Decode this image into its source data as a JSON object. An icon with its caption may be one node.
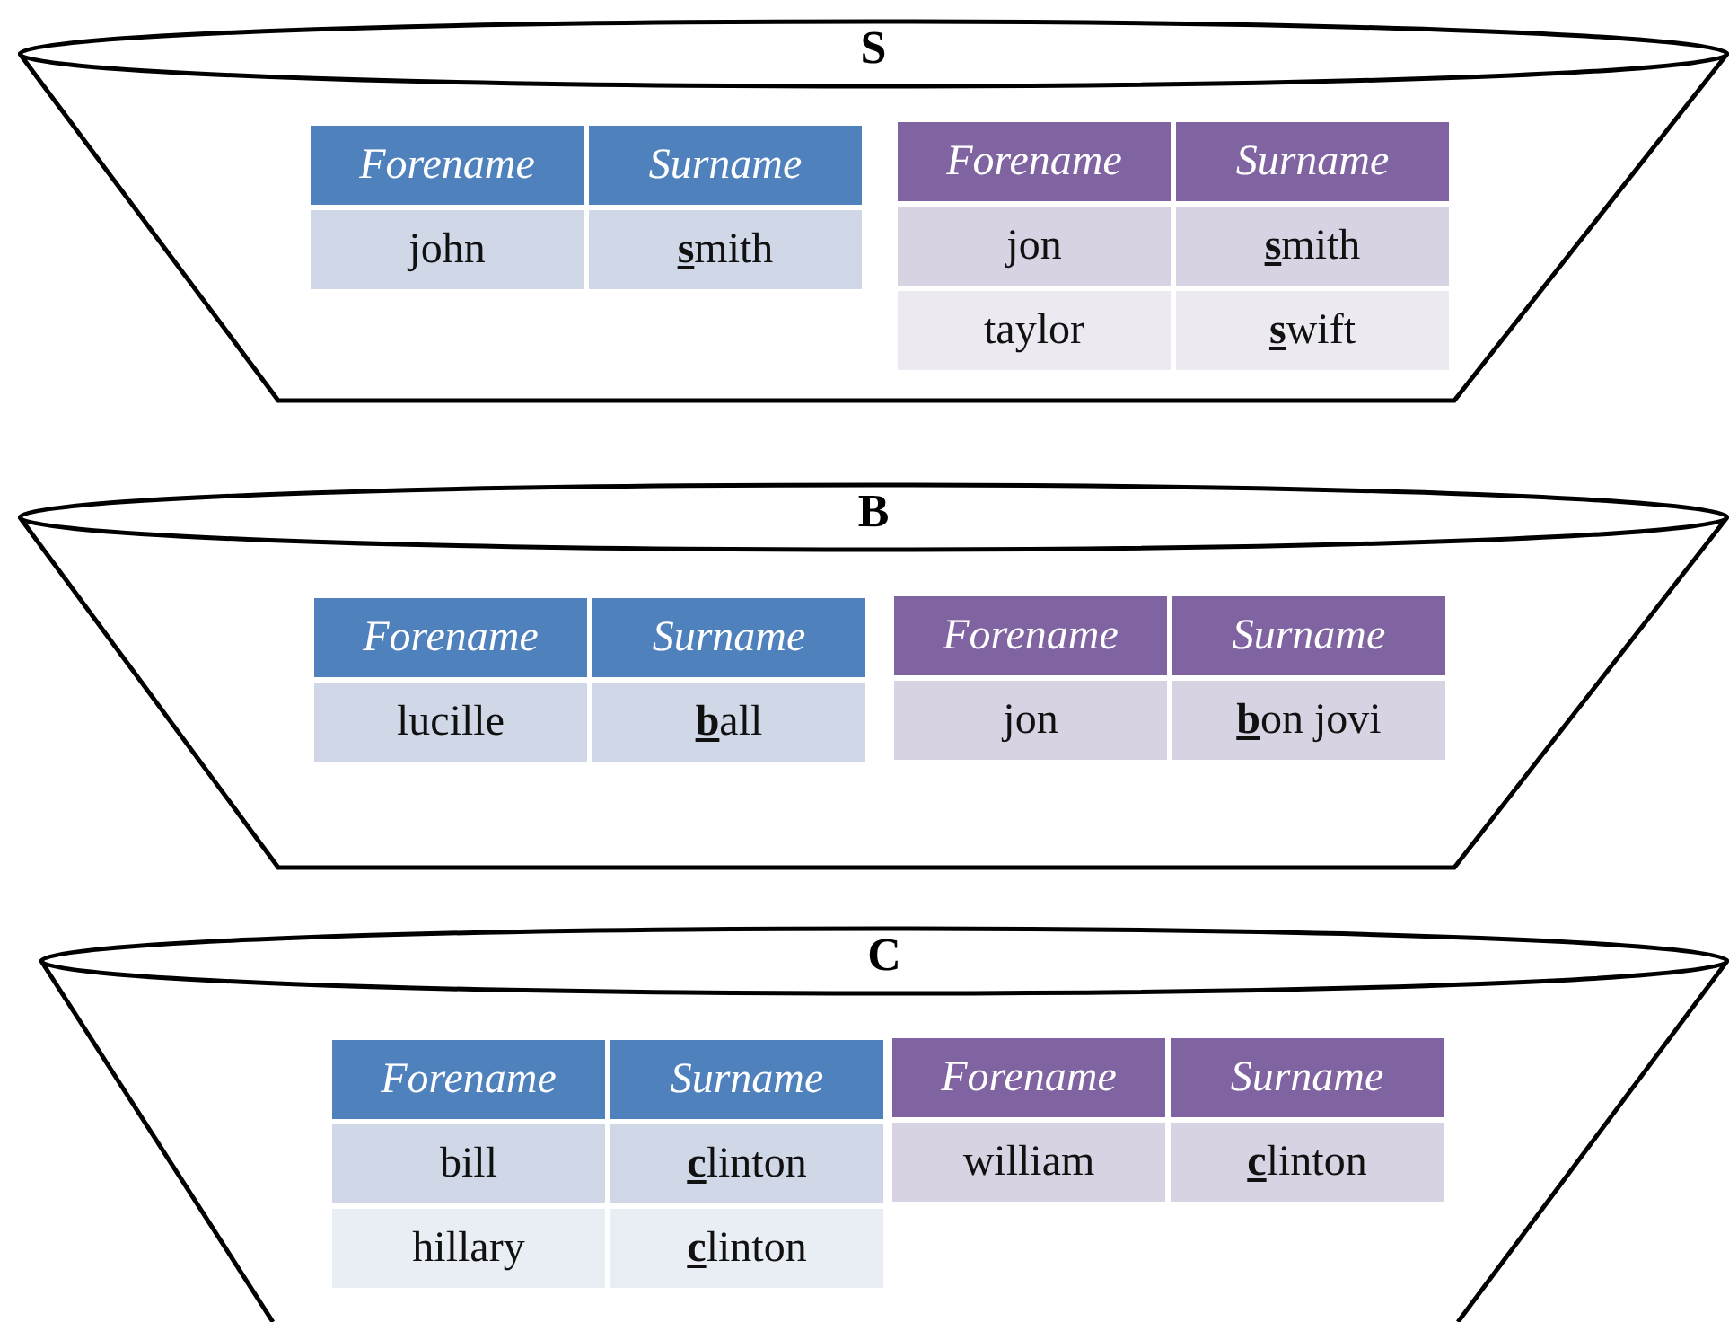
{
  "diagram": {
    "nodes": [
      {
        "text": [
          "S"
        ]
      },
      {
        "text": [
          "Forename",
          "Surname",
          "john",
          "**s**mith"
        ],
        "in": 0
      },
      {
        "text": [
          "Forename",
          "Surname",
          "jon",
          "**s**mith",
          "taylor",
          "**s**wift"
        ],
        "in": 0
      },
      {
        "text": [
          "B"
        ]
      },
      {
        "text": [
          "Forename",
          "Surname",
          "lucille",
          "**b**all"
        ],
        "in": 3
      },
      {
        "text": [
          "Forename",
          "Surname",
          "jon",
          "**b**on jovi"
        ],
        "in": 3
      },
      {
        "text": [
          "C"
        ]
      },
      {
        "text": [
          "Forename",
          "Surname",
          "bill",
          "**c**linton",
          "hillary",
          "**c**linton"
        ],
        "in": 6
      },
      {
        "text": [
          "Forename",
          "Surname",
          "william",
          "**c**linton"
        ],
        "in": 6
      }
    ],
    "edges": []
  }
}
